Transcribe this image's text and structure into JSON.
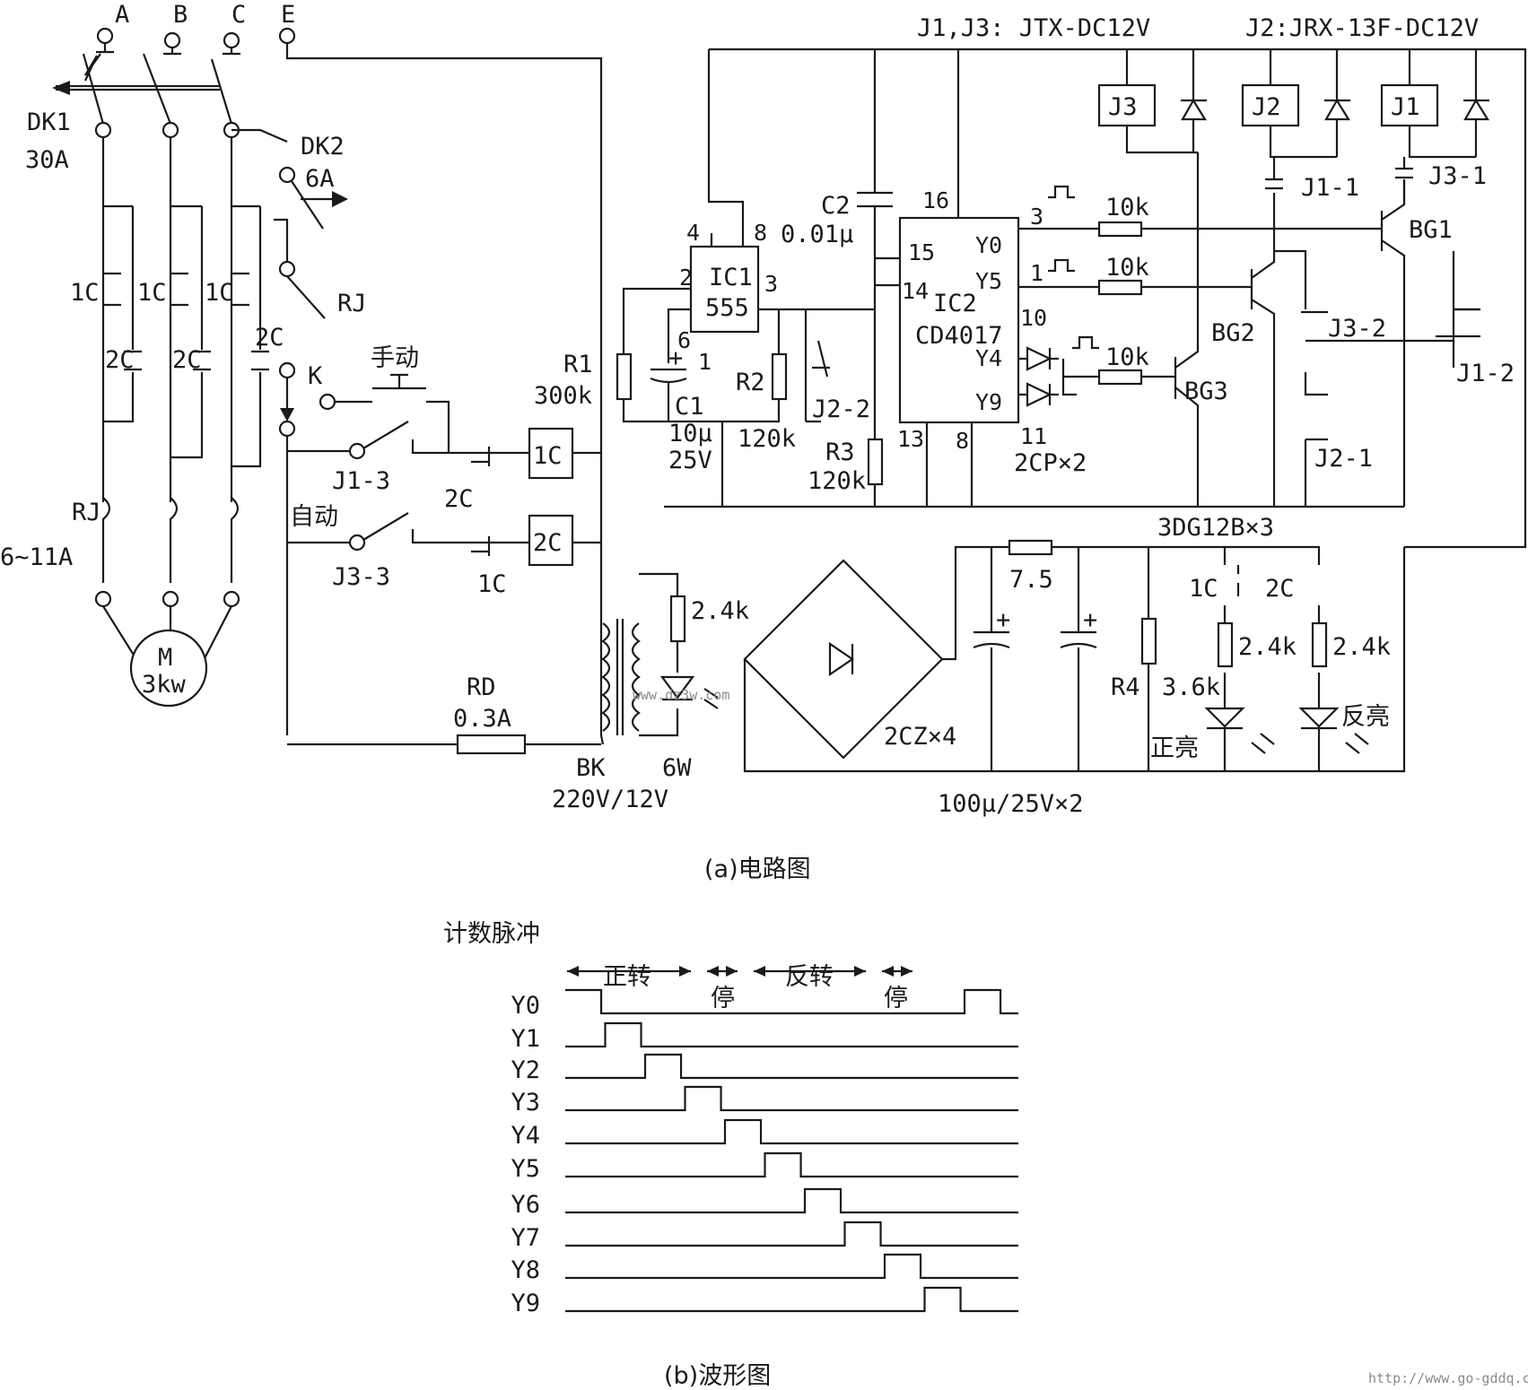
{
  "circuit": {
    "terminals": [
      "A",
      "B",
      "C",
      "E"
    ],
    "breaker_main": {
      "name": "DK1",
      "rating": "30A"
    },
    "breaker_ctrl": {
      "name": "DK2",
      "rating": "6A"
    },
    "contactor_1": "1C",
    "contactor_2": "2C",
    "thermal_relay": {
      "name": "RJ",
      "rating": "6~11A"
    },
    "motor": {
      "name": "M",
      "power": "3kw"
    },
    "switch_k": "K",
    "manual": "手动",
    "auto": "自动",
    "j1_3": "J1-3",
    "j3_3": "J3-3",
    "fuse": {
      "name": "RD",
      "rating": "0.3A"
    },
    "transformer": {
      "name": "BK",
      "power": "6W",
      "voltage": "220V/12V"
    },
    "r1": {
      "name": "R1",
      "value": "300k"
    },
    "ic1": {
      "name": "IC1",
      "model": "555",
      "pins": [
        "4",
        "8",
        "2",
        "3",
        "6",
        "1"
      ]
    },
    "c1": {
      "name": "C1",
      "value": "10μ",
      "voltage": "25V"
    },
    "r2": {
      "name": "R2",
      "value": "120k"
    },
    "j2_2": "J2-2",
    "c2": {
      "name": "C2",
      "value": "0.01μ"
    },
    "r3": {
      "name": "R3",
      "value": "120k"
    },
    "ic2": {
      "name": "IC2",
      "model": "CD4017",
      "pins": [
        "16",
        "15",
        "14",
        "13",
        "8"
      ],
      "outputs": [
        "Y0",
        "Y5",
        "Y4",
        "Y9"
      ],
      "output_pins": [
        "3",
        "1",
        "10",
        "11"
      ]
    },
    "res_10k": "10k",
    "diodes": "2CP×2",
    "relay_spec_1": "J1,J3: JTX-DC12V",
    "relay_spec_2": "J2:JRX-13F-DC12V",
    "relays": [
      "J3",
      "J2",
      "J1"
    ],
    "contacts": [
      "J1-1",
      "J3-1",
      "J3-2",
      "J1-2",
      "J2-1"
    ],
    "transistors": [
      "BG1",
      "BG2",
      "BG3"
    ],
    "transistor_spec": "3DG12B×3",
    "r_led": "2.4k",
    "bridge": "2CZ×4",
    "r_series": "7.5",
    "filter_caps": "100μ/25V×2",
    "r4": {
      "name": "R4",
      "value": "3.6k"
    },
    "led_fwd": "正亮",
    "led_rev": "反亮",
    "caption": "(a)电路图"
  },
  "waveform": {
    "signals": [
      "计数脉冲",
      "Y0",
      "Y1",
      "Y2",
      "Y3",
      "Y4",
      "Y5",
      "Y6",
      "Y7",
      "Y8",
      "Y9"
    ],
    "high_slot": [
      null,
      0,
      1,
      2,
      3,
      4,
      5,
      6,
      7,
      8,
      9
    ],
    "pulse_count": 12,
    "phases": [
      "正转",
      "停",
      "反转",
      "停"
    ],
    "caption": "(b)波形图"
  },
  "watermarks": [
    "www.dz3w.com",
    "http://www.go-gddq.com"
  ]
}
